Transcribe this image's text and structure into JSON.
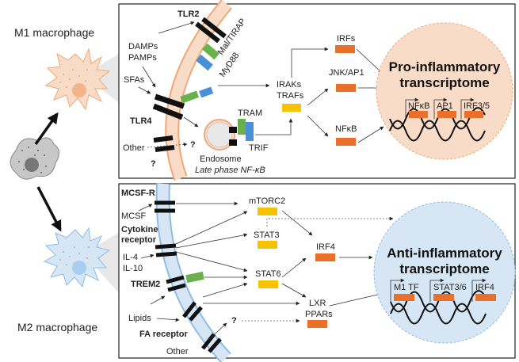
{
  "cells": {
    "m1_label": "M1 macrophage",
    "m2_label": "M2 macrophage"
  },
  "m1_panel": {
    "receptors": {
      "tlr2": "TLR2",
      "tlr4": "TLR4",
      "other": "Other",
      "other_q1": "?",
      "other_q2": "?"
    },
    "ligands": {
      "damps": "DAMPs",
      "pamps": "PAMPs",
      "sfas": "SFAs"
    },
    "adaptors": {
      "mal_tirap": "Mal/TIRAP",
      "myd88": "MyD88",
      "tram": "TRAM",
      "trif": "TRIF"
    },
    "endosome": "Endosome",
    "late_phase": "Late phase NF-κB",
    "signaling": {
      "iraks": "IRAKs",
      "trafs": "TRAFs",
      "irfs": "IRFs",
      "jnk_ap1": "JNK/AP1",
      "nfkb": "NFκB"
    },
    "transcriptome": {
      "title_line1": "Pro-inflammatory",
      "title_line2": "transcriptome",
      "genes": [
        "NFκB",
        "AP1",
        "IRF3/5"
      ]
    }
  },
  "m2_panel": {
    "receptors": {
      "mcsf_r": "MCSF-R",
      "cytokine_receptor_line1": "Cytokine",
      "cytokine_receptor_line2": "receptor",
      "trem2": "TREM2",
      "fa_receptor": "FA receptor",
      "other": "Other",
      "other_q": "?"
    },
    "ligands": {
      "mcsf": "MCSF",
      "il4": "IL-4",
      "il10": "IL-10",
      "lipids": "Lipids"
    },
    "signaling": {
      "mtorc2": "mTORC2",
      "stat3": "STAT3",
      "stat6": "STAT6",
      "irf4": "IRF4",
      "lxr": "LXR",
      "ppars": "PPARs"
    },
    "transcriptome": {
      "title_line1": "Anti-inflammatory",
      "title_line2": "transcriptome",
      "genes": [
        "M1 TF",
        "STAT3/6",
        "IRF4"
      ]
    }
  },
  "colors": {
    "m1_fill": "#f9dcc7",
    "m1_membrane": "#f0a877",
    "m2_fill": "#d6e6f5",
    "m2_membrane": "#8fbde6",
    "orange_box": "#e8702a",
    "yellow_box": "#f7c200",
    "green_adaptor": "#6ab04c",
    "blue_adaptor": "#4a90d9"
  }
}
